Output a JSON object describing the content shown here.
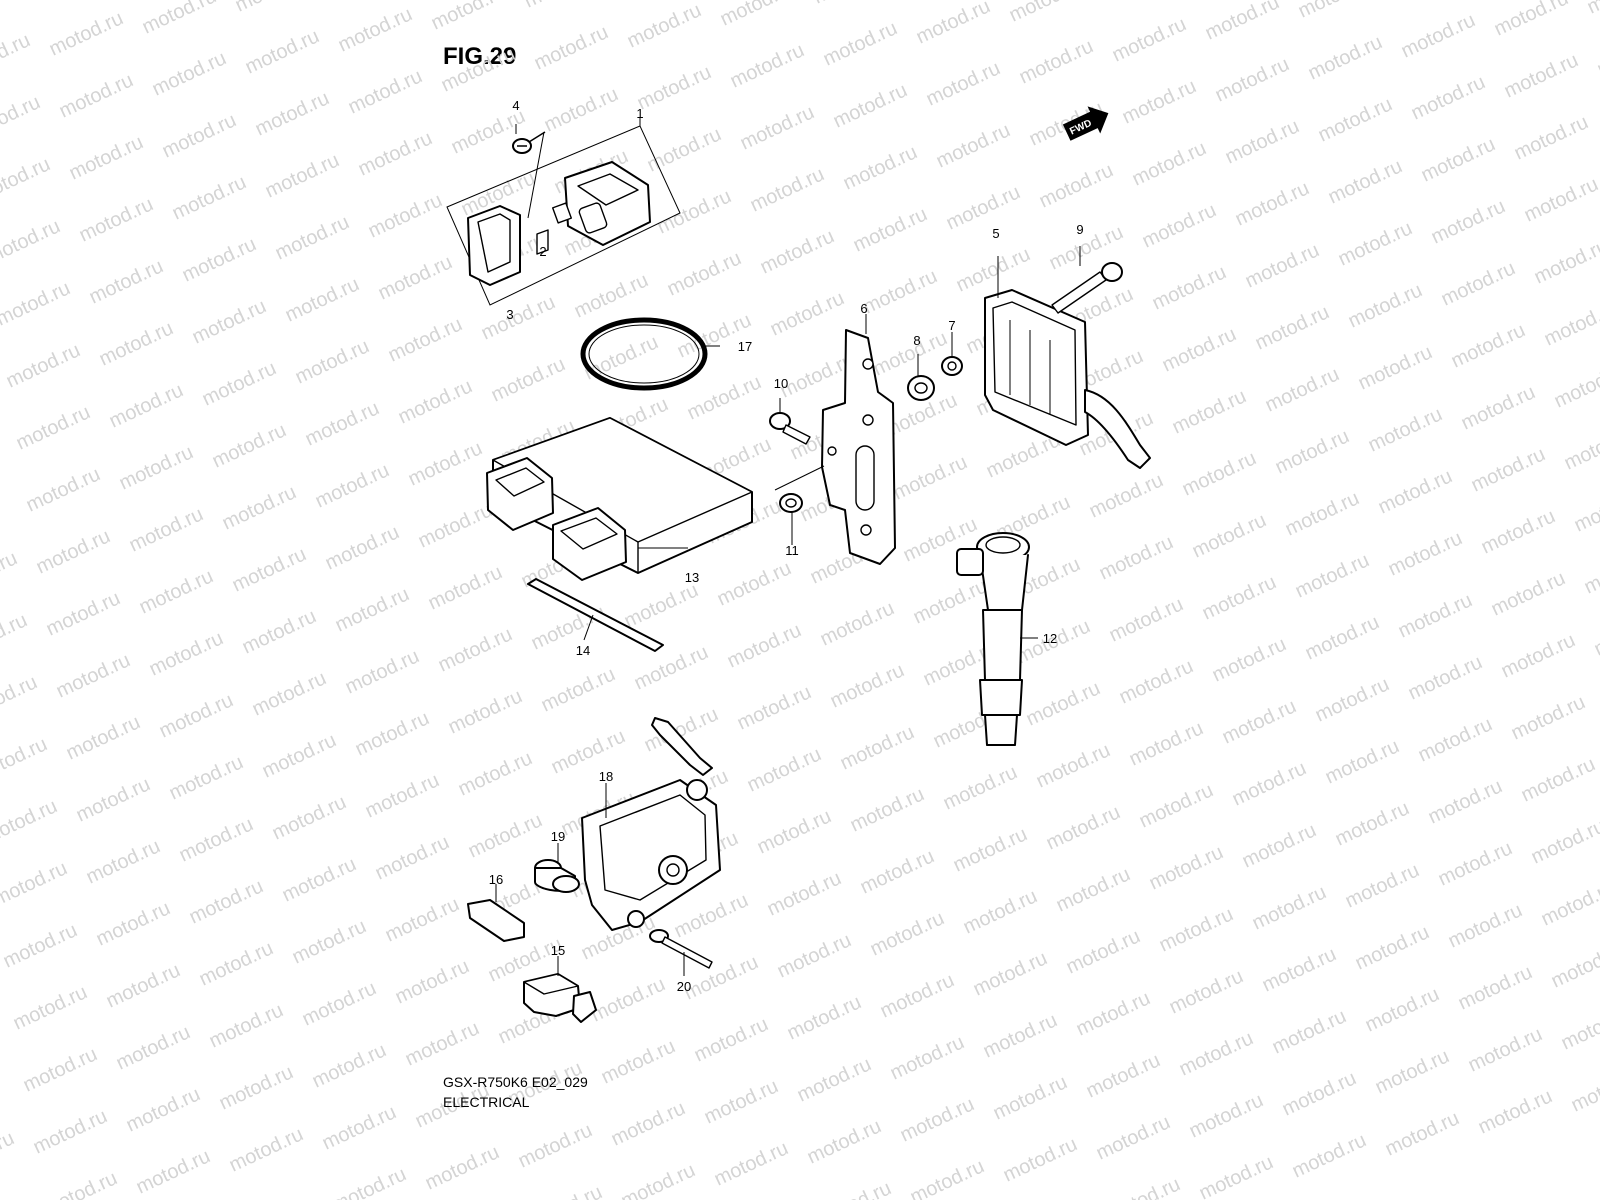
{
  "figure": {
    "title": "FIG.29"
  },
  "watermark": {
    "text": "motod.ru"
  },
  "direction_badge": {
    "label": "FWD"
  },
  "callouts": [
    "1",
    "2",
    "3",
    "4",
    "5",
    "6",
    "7",
    "8",
    "9",
    "10",
    "11",
    "12",
    "13",
    "14",
    "15",
    "16",
    "17",
    "18",
    "19",
    "20"
  ],
  "footer": {
    "model_code": "GSX-R750K6 E02_029",
    "section": "ELECTRICAL"
  }
}
